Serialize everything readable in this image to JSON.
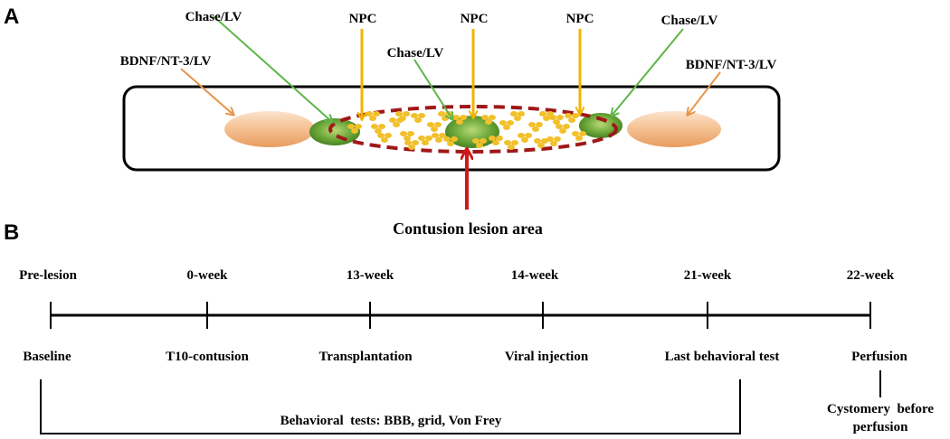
{
  "panel_a": {
    "label": "A",
    "arrows": {
      "chase_left": "Chase/LV",
      "chase_center": "Chase/LV",
      "chase_right": "Chase/LV",
      "npc_left": "NPC",
      "npc_center": "NPC",
      "npc_right": "NPC",
      "bdnf_left": "BDNF/NT-3/LV",
      "bdnf_right": "BDNF/NT-3/LV"
    },
    "lesion_label": "Contusion lesion area",
    "colors": {
      "chase_arrow": "#5db547",
      "npc_arrow": "#f0b400",
      "bdnf_arrow": "#e8944a",
      "lesion_arrow": "#d01818",
      "lesion_outline": "#a01818",
      "graft_green": "#4a8a2a",
      "npc_cells": "#f2c02a",
      "bdnf_blob": "#f0b585"
    }
  },
  "panel_b": {
    "label": "B",
    "timepoints": [
      {
        "time": "Pre-lesion",
        "event": "Baseline"
      },
      {
        "time": "0-week",
        "event": "T10-contusion"
      },
      {
        "time": "13-week",
        "event": "Transplantation"
      },
      {
        "time": "14-week",
        "event": "Viral injection"
      },
      {
        "time": "21-week",
        "event": "Last behavioral  test"
      },
      {
        "time": "22-week",
        "event": "Perfusion"
      }
    ],
    "behavioral_tests": "Behavioral  tests: BBB, grid, Von Frey",
    "cystomery_line1": "Cystomery  before",
    "cystomery_line2": "perfusion"
  }
}
